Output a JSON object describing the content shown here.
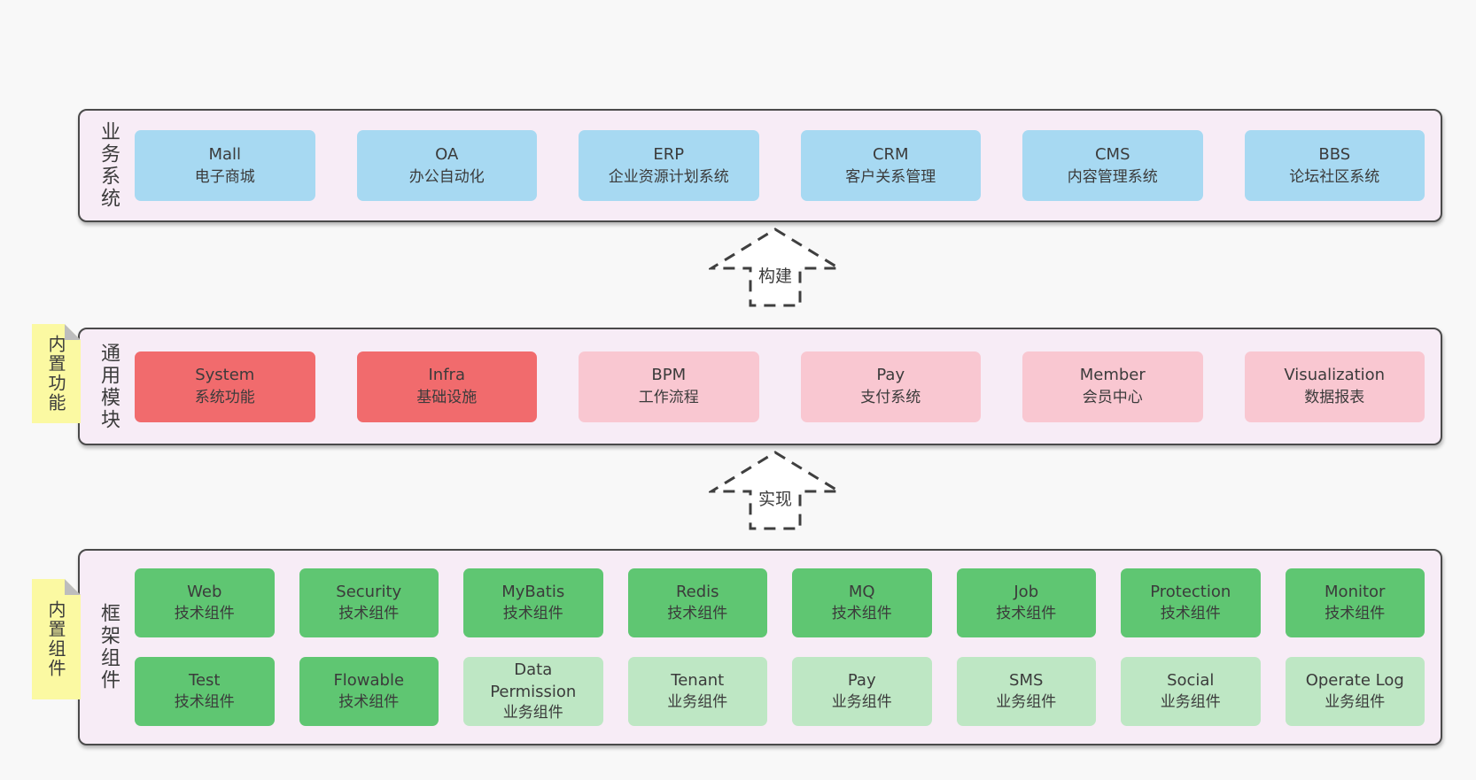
{
  "colors": {
    "page_bg": "#f8f8f8",
    "band_bg": "#f7ecf6",
    "band_border": "#4a4a4a",
    "box_blue": "#a7d9f2",
    "box_red": "#f16b6d",
    "box_pink": "#f9c7d1",
    "box_green": "#5fc672",
    "box_light_green": "#bee7c4",
    "sticky_yellow": "#fbf9a2",
    "text": "#3b3b3b"
  },
  "bands": {
    "business": {
      "label": "业务系统",
      "boxes": [
        {
          "en": "Mall",
          "zh": "电子商城",
          "variant": "blue"
        },
        {
          "en": "OA",
          "zh": "办公自动化",
          "variant": "blue"
        },
        {
          "en": "ERP",
          "zh": "企业资源计划系统",
          "variant": "blue"
        },
        {
          "en": "CRM",
          "zh": "客户关系管理",
          "variant": "blue"
        },
        {
          "en": "CMS",
          "zh": "内容管理系统",
          "variant": "blue"
        },
        {
          "en": "BBS",
          "zh": "论坛社区系统",
          "variant": "blue"
        }
      ]
    },
    "modules": {
      "label": "通用模块",
      "sticky": "内置功能",
      "boxes": [
        {
          "en": "System",
          "zh": "系统功能",
          "variant": "red"
        },
        {
          "en": "Infra",
          "zh": "基础设施",
          "variant": "red"
        },
        {
          "en": "BPM",
          "zh": "工作流程",
          "variant": "pink"
        },
        {
          "en": "Pay",
          "zh": "支付系统",
          "variant": "pink"
        },
        {
          "en": "Member",
          "zh": "会员中心",
          "variant": "pink"
        },
        {
          "en": "Visualization",
          "zh": "数据报表",
          "variant": "pink"
        }
      ]
    },
    "framework": {
      "label": "框架组件",
      "sticky": "内置组件",
      "boxes": [
        {
          "en": "Web",
          "zh": "技术组件",
          "variant": "green"
        },
        {
          "en": "Security",
          "zh": "技术组件",
          "variant": "green"
        },
        {
          "en": "MyBatis",
          "zh": "技术组件",
          "variant": "green"
        },
        {
          "en": "Redis",
          "zh": "技术组件",
          "variant": "green"
        },
        {
          "en": "MQ",
          "zh": "技术组件",
          "variant": "green"
        },
        {
          "en": "Job",
          "zh": "技术组件",
          "variant": "green"
        },
        {
          "en": "Protection",
          "zh": "技术组件",
          "variant": "green"
        },
        {
          "en": "Monitor",
          "zh": "技术组件",
          "variant": "green"
        },
        {
          "en": "Test",
          "zh": "技术组件",
          "variant": "green"
        },
        {
          "en": "Flowable",
          "zh": "技术组件",
          "variant": "green"
        },
        {
          "en": "Data Permission",
          "zh": "业务组件",
          "variant": "lightgreen"
        },
        {
          "en": "Tenant",
          "zh": "业务组件",
          "variant": "lightgreen"
        },
        {
          "en": "Pay",
          "zh": "业务组件",
          "variant": "lightgreen"
        },
        {
          "en": "SMS",
          "zh": "业务组件",
          "variant": "lightgreen"
        },
        {
          "en": "Social",
          "zh": "业务组件",
          "variant": "lightgreen"
        },
        {
          "en": "Operate Log",
          "zh": "业务组件",
          "variant": "lightgreen"
        }
      ]
    }
  },
  "arrows": {
    "build": {
      "label": "构建"
    },
    "implement": {
      "label": "实现"
    }
  }
}
